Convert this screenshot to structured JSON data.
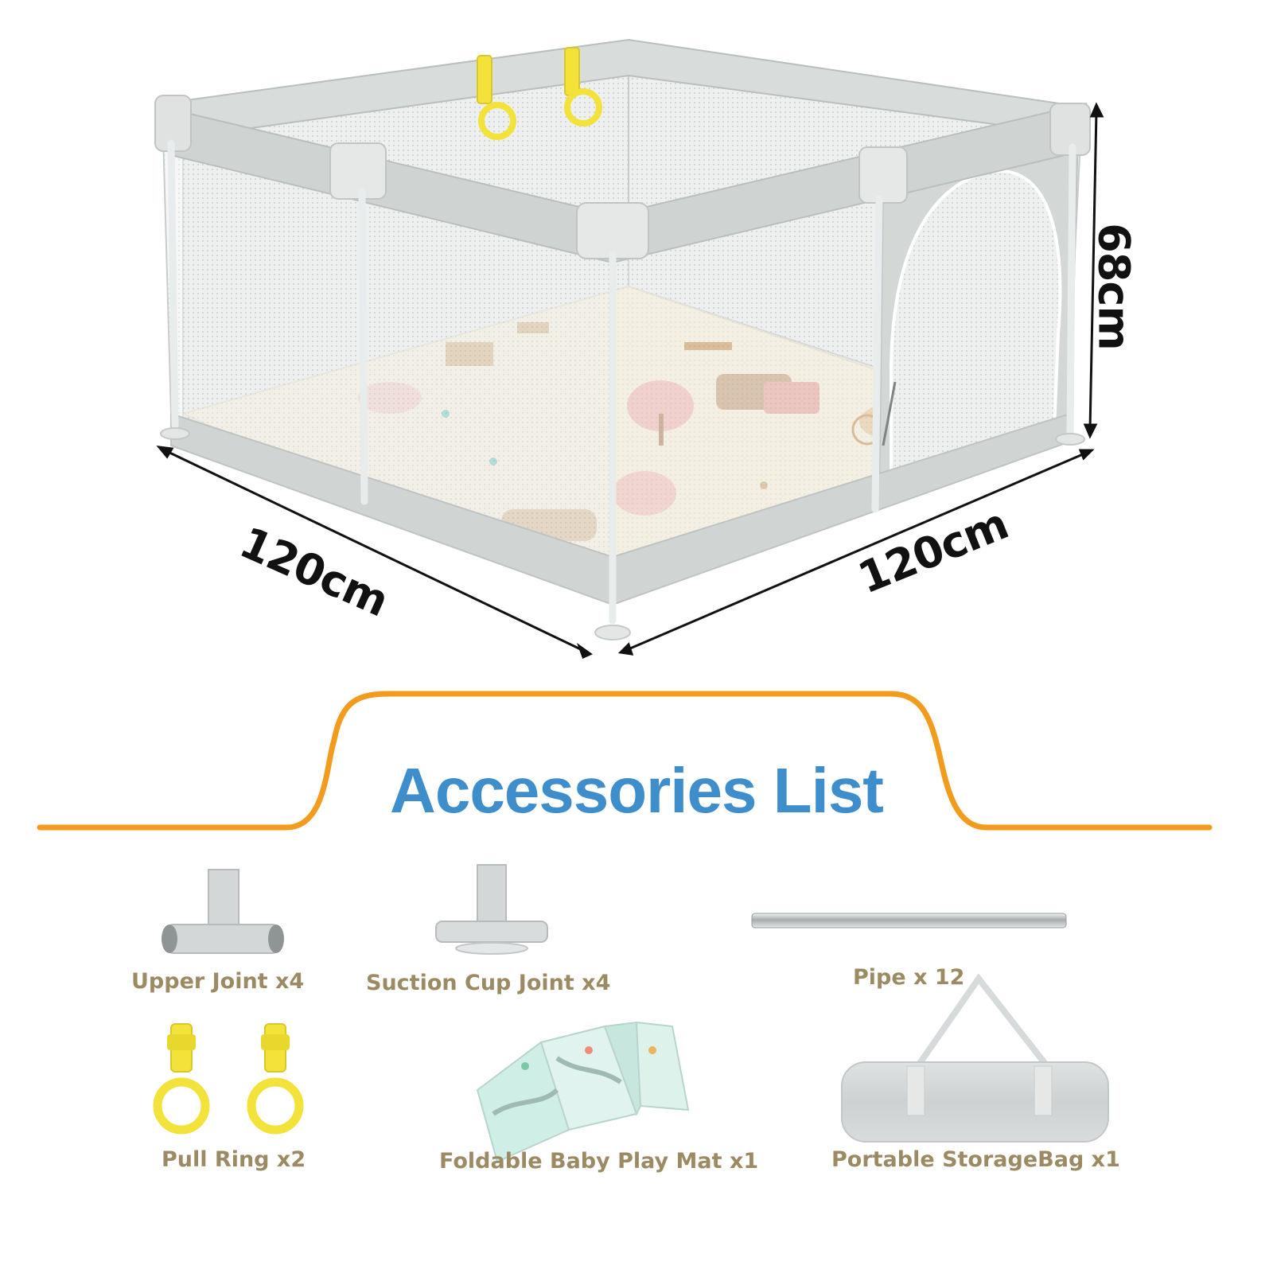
{
  "dimensions": {
    "width_label": "120cm",
    "depth_label": "120cm",
    "height_label": "68cm"
  },
  "accessories": {
    "title": "Accessories List",
    "items": [
      {
        "label": "Upper Joint x4",
        "icon": "upper-joint-icon"
      },
      {
        "label": "Suction Cup Joint x4",
        "icon": "suction-cup-joint-icon"
      },
      {
        "label": "Pipe x  12",
        "icon": "pipe-icon"
      },
      {
        "label": "Pull Ring x2",
        "icon": "pull-ring-icon"
      },
      {
        "label": "Foldable Baby Play Mat x1",
        "icon": "play-mat-icon"
      },
      {
        "label": "Portable StorageBag x1",
        "icon": "storage-bag-icon"
      }
    ]
  },
  "colors": {
    "title_blue": "#3d8ecb",
    "accent_orange": "#f39b1c",
    "label_tan": "#9c8a64",
    "frame_gray": "#cfd4d2",
    "ring_yellow": "#f2e23a"
  }
}
